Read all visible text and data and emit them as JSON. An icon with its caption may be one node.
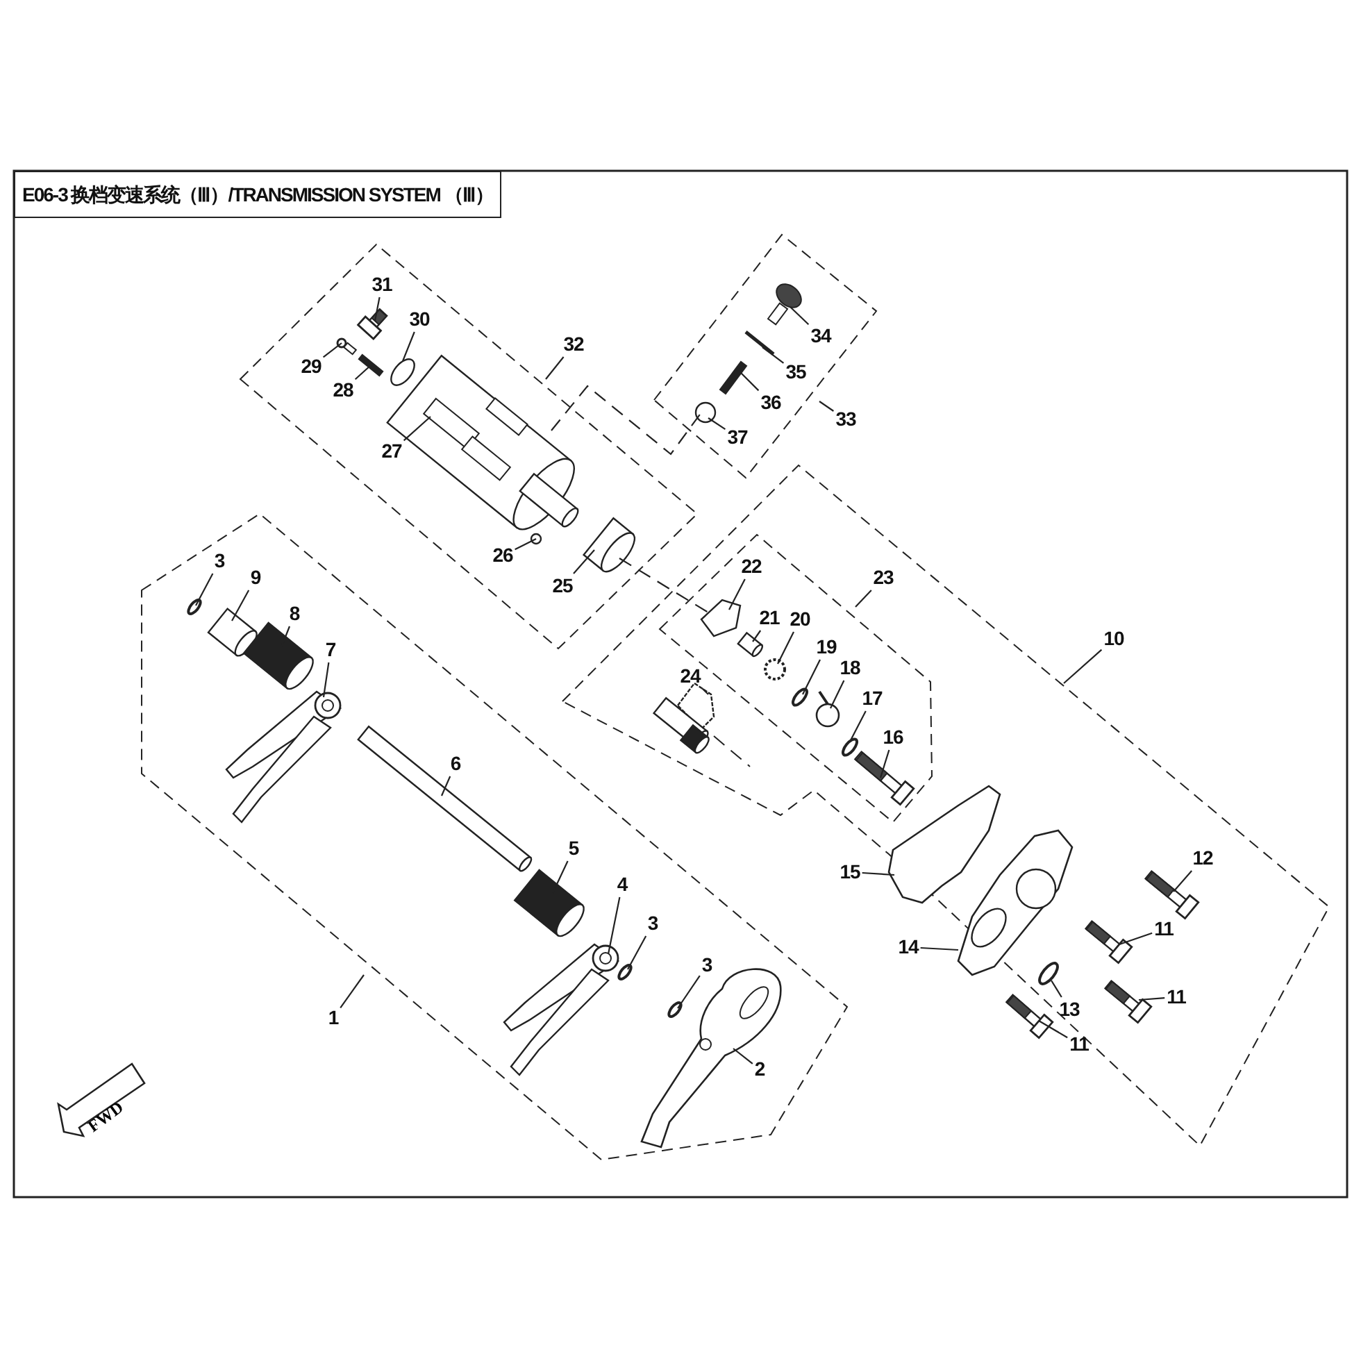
{
  "diagram": {
    "title": "E06-3 换档变速系统（Ⅲ）/TRANSMISSION SYSTEM （Ⅲ）",
    "nodes": [
      {
        "text": [
          "31"
        ]
      },
      {
        "text": [
          "30"
        ]
      },
      {
        "text": [
          "34"
        ]
      },
      {
        "text": [
          "32"
        ]
      },
      {
        "text": [
          "29"
        ]
      },
      {
        "text": [
          "35"
        ]
      },
      {
        "text": [
          "28"
        ]
      },
      {
        "text": [
          "36"
        ]
      },
      {
        "text": [
          "33"
        ]
      },
      {
        "text": [
          "37"
        ]
      },
      {
        "text": [
          "27"
        ]
      },
      {
        "text": [
          "26"
        ]
      },
      {
        "text": [
          "3"
        ]
      },
      {
        "text": [
          "22"
        ]
      },
      {
        "text": [
          "9"
        ]
      },
      {
        "text": [
          "23"
        ]
      },
      {
        "text": [
          "25"
        ]
      },
      {
        "text": [
          "8"
        ]
      },
      {
        "text": [
          "21"
        ]
      },
      {
        "text": [
          "20"
        ]
      },
      {
        "text": [
          "10"
        ]
      },
      {
        "text": [
          "19"
        ]
      },
      {
        "text": [
          "7"
        ]
      },
      {
        "text": [
          "18"
        ]
      },
      {
        "text": [
          "24"
        ]
      },
      {
        "text": [
          "17"
        ]
      },
      {
        "text": [
          "16"
        ]
      },
      {
        "text": [
          "6"
        ]
      },
      {
        "text": [
          "12"
        ]
      },
      {
        "text": [
          "5"
        ]
      },
      {
        "text": [
          "15"
        ]
      },
      {
        "text": [
          "4"
        ]
      },
      {
        "text": [
          "11"
        ]
      },
      {
        "text": [
          "14"
        ]
      },
      {
        "text": [
          "3"
        ]
      },
      {
        "text": [
          "3"
        ]
      },
      {
        "text": [
          "11"
        ]
      },
      {
        "text": [
          "13"
        ]
      },
      {
        "text": [
          "1"
        ]
      },
      {
        "text": [
          "11"
        ]
      },
      {
        "text": [
          "2"
        ]
      },
      {
        "text": [],
        "shape": "picture"
      },
      {
        "text": [],
        "shape": "circle"
      },
      {
        "text": [],
        "shape": "picture"
      },
      {
        "text": [],
        "shape": "picture"
      },
      {
        "text": [],
        "shape": "picture"
      },
      {
        "text": [],
        "shape": "picture"
      },
      {
        "text": [],
        "shape": "picture"
      },
      {
        "text": [],
        "shape": "circle"
      },
      {
        "text": [],
        "shape": "picture"
      },
      {
        "text": [],
        "shape": "circle"
      },
      {
        "text": [],
        "shape": "circle"
      },
      {
        "text": [],
        "shape": "picture"
      },
      {
        "text": [],
        "shape": "picture"
      },
      {
        "text": [],
        "shape": "picture"
      },
      {
        "text": [],
        "shape": "picture"
      },
      {
        "text": [],
        "shape": "picture"
      },
      {
        "text": [],
        "shape": "circle"
      },
      {
        "text": [],
        "shape": "circle"
      },
      {
        "text": [],
        "shape": "picture"
      },
      {
        "text": [],
        "shape": "circle"
      },
      {
        "text": [],
        "shape": "picture"
      },
      {
        "text": [],
        "shape": "circle"
      },
      {
        "text": [],
        "shape": "picture"
      },
      {
        "text": [],
        "shape": "picture"
      },
      {
        "text": [],
        "shape": "picture"
      },
      {
        "text": [],
        "shape": "picture"
      },
      {
        "text": [],
        "shape": "picture"
      },
      {
        "text": [],
        "shape": "picture"
      },
      {
        "text": [],
        "shape": "picture"
      },
      {
        "text": [],
        "shape": "picture"
      },
      {
        "text": [],
        "shape": "circle"
      },
      {
        "text": [],
        "shape": "circle"
      },
      {
        "text": [],
        "shape": "picture"
      },
      {
        "text": [],
        "shape": "circle"
      },
      {
        "text": [],
        "shape": "picture"
      },
      {
        "text": [],
        "shape": "picture"
      }
    ],
    "edges": [
      {
        "from": 0,
        "to": 41,
        "arrow": "none"
      },
      {
        "from": 1,
        "to": 42,
        "arrow": "none"
      },
      {
        "from": 2,
        "to": 43,
        "arrow": "none"
      },
      {
        "from": 3,
        "to": null,
        "arrow": "none"
      },
      {
        "from": 4,
        "to": 44,
        "arrow": "none"
      },
      {
        "from": 5,
        "to": 45,
        "arrow": "none"
      },
      {
        "from": 6,
        "to": 46,
        "arrow": "none"
      },
      {
        "from": 7,
        "to": 47,
        "arrow": "none"
      },
      {
        "from": 8,
        "to": null,
        "arrow": "none"
      },
      {
        "from": 9,
        "to": 48,
        "arrow": "none"
      },
      {
        "from": 10,
        "to": 49,
        "arrow": "none"
      },
      {
        "from": 11,
        "to": 50,
        "arrow": "none"
      },
      {
        "from": 12,
        "to": 51,
        "arrow": "none"
      },
      {
        "from": 13,
        "to": 52,
        "arrow": "none"
      },
      {
        "from": 14,
        "to": 53,
        "arrow": "none"
      },
      {
        "from": 15,
        "to": null,
        "arrow": "none"
      },
      {
        "from": 16,
        "to": 54,
        "arrow": "none"
      },
      {
        "from": 17,
        "to": 55,
        "arrow": "none"
      },
      {
        "from": 18,
        "to": 56,
        "arrow": "none"
      },
      {
        "from": 19,
        "to": 57,
        "arrow": "none"
      },
      {
        "from": 20,
        "to": null,
        "arrow": "none"
      },
      {
        "from": 21,
        "to": 58,
        "arrow": "none"
      },
      {
        "from": 22,
        "to": 59,
        "arrow": "none"
      },
      {
        "from": 23,
        "to": 60,
        "arrow": "none"
      },
      {
        "from": 24,
        "to": 61,
        "arrow": "none"
      },
      {
        "from": 25,
        "to": 62,
        "arrow": "none"
      },
      {
        "from": 26,
        "to": 63,
        "arrow": "none"
      },
      {
        "from": 27,
        "to": 64,
        "arrow": "none"
      },
      {
        "from": 28,
        "to": 65,
        "arrow": "none"
      },
      {
        "from": 29,
        "to": 66,
        "arrow": "none"
      },
      {
        "from": 30,
        "to": 67,
        "arrow": "none"
      },
      {
        "from": 31,
        "to": 68,
        "arrow": "none"
      },
      {
        "from": 32,
        "to": 69,
        "arrow": "none"
      },
      {
        "from": 33,
        "to": 70,
        "arrow": "none"
      },
      {
        "from": 34,
        "to": 71,
        "arrow": "none"
      },
      {
        "from": 35,
        "to": 72,
        "arrow": "none"
      },
      {
        "from": 36,
        "to": 73,
        "arrow": "none"
      },
      {
        "from": 37,
        "to": 74,
        "arrow": "none"
      },
      {
        "from": 38,
        "to": null,
        "arrow": "none"
      },
      {
        "from": 39,
        "to": 75,
        "arrow": "none"
      },
      {
        "from": 40,
        "to": 76,
        "arrow": "none"
      },
      {
        "from": 49,
        "to": 48,
        "arrow": "none",
        "style": "dashed"
      },
      {
        "from": 54,
        "to": 52,
        "arrow": "none",
        "style": "dashed"
      }
    ],
    "labels": [
      "FWD"
    ]
  }
}
